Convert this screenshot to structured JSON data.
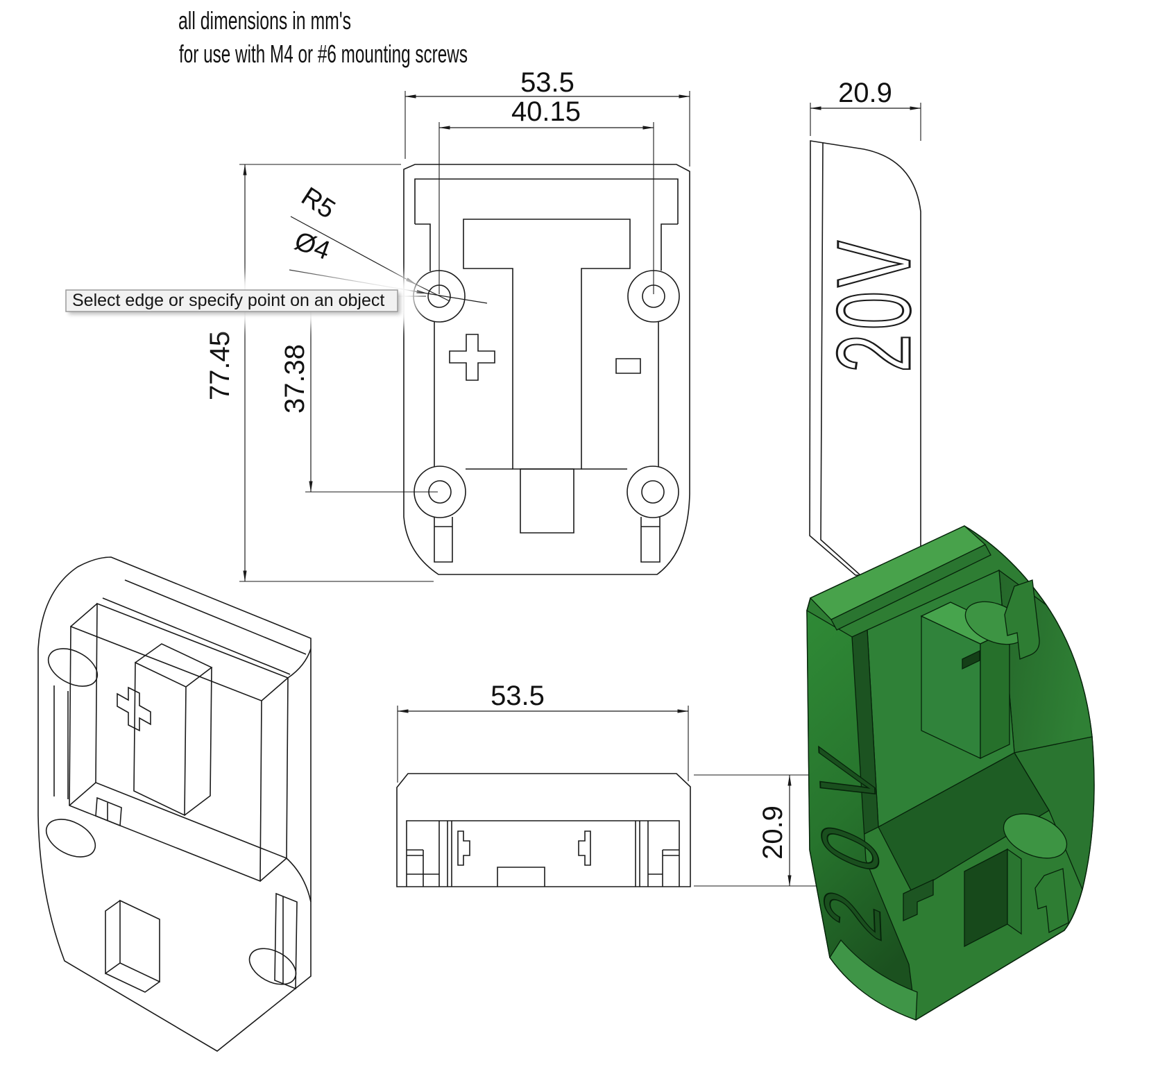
{
  "title_note": {
    "line1": "all dimensions in mm's",
    "line2": "for use with M4 or #6 mounting screws"
  },
  "tooltip": {
    "text": "Select edge or specify point on an object"
  },
  "top_view": {
    "width_dim": "53.5",
    "hole_span_dim": "40.15",
    "height_dim": "77.45",
    "hole_offset_dim": "37.38",
    "fillet_label": "R5",
    "hole_dia_label": "Ø4"
  },
  "side_view": {
    "depth_dim": "20.9",
    "emboss_text": "20V"
  },
  "front_view": {
    "width_dim": "53.5",
    "depth_dim": "20.9"
  },
  "iso_view": {
    "emboss_text": "20V"
  },
  "colors": {
    "line": "#1a1a1a",
    "tooltip_bg": "#f1f1f1",
    "tooltip_border": "#9a9a9a",
    "green_base": "#2e7d33",
    "green_top": "#48a24b",
    "green_dark": "#1e5d24",
    "green_deep": "#17491b",
    "green_light": "#3f9547"
  }
}
